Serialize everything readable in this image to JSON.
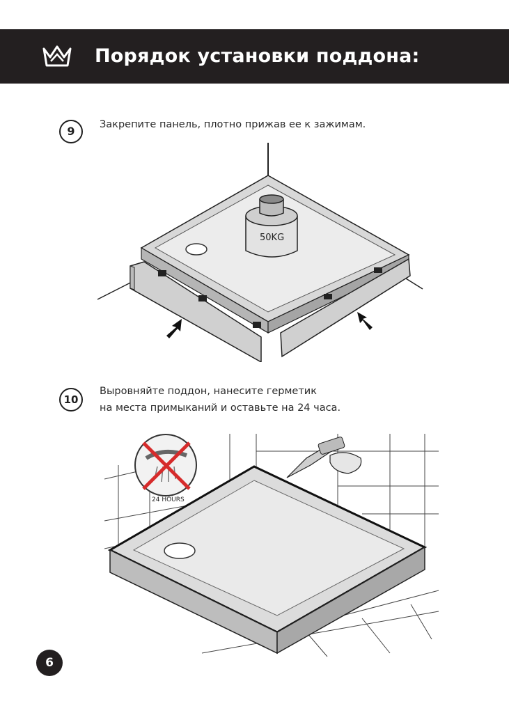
{
  "header": {
    "title": "Порядок установки поддона:",
    "logo_icon": "crown-icon",
    "background": "#231f20"
  },
  "steps": [
    {
      "number": "9",
      "lines": [
        "Закрепите панель, плотно прижав ее к зажимам."
      ],
      "illustration": {
        "weight_label": "50KG"
      }
    },
    {
      "number": "10",
      "lines": [
        "Выровняйте поддон, нанесите герметик",
        "на места примыканий и оставьте на 24 часа."
      ],
      "illustration": {
        "warning_label": "24 HOURS"
      }
    }
  ],
  "page": {
    "number": "6"
  }
}
